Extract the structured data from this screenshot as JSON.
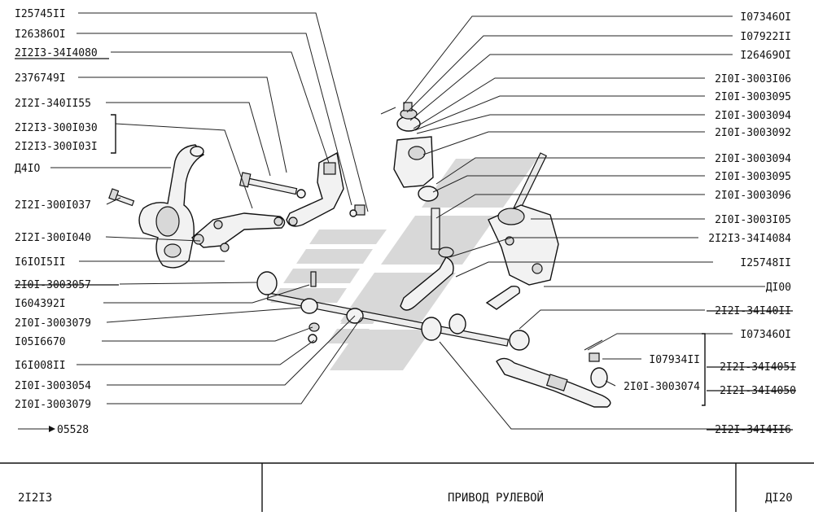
{
  "left_labels": [
    "I25745II",
    "I26386OI",
    "2I2I3-34I4080",
    "2376749I",
    "2I2I-340II55",
    "2I2I3-300I030",
    "2I2I3-300I03I",
    "Д4IO",
    "2I2I-300I037",
    "2I2I-300I040",
    "I6IOI5II",
    "2I0I-3003057",
    "I604392I",
    "2I0I-3003079",
    "I05I6670",
    "I6I008II",
    "2I0I-3003054",
    "2I0I-3003079"
  ],
  "right_labels": [
    "I07346OI",
    "I07922II",
    "I26469OI",
    "2I0I-3003I06",
    "2I0I-3003095",
    "2I0I-3003094",
    "2I0I-3003092",
    "2I0I-3003094",
    "2I0I-3003095",
    "2I0I-3003096",
    "2I0I-3003I05",
    "2I2I3-34I4084",
    "I25748II",
    "ДI00",
    "2I2I-34I40II",
    "I07346OI",
    "I07934II",
    "2I2I-34I405I",
    "2I0I-3003074",
    "2I2I-34I4050",
    "2I2I-34I4II6"
  ],
  "arrow_label": "05528",
  "footer": {
    "model": "2I2I3",
    "title": "ПРИВОД  РУЛЕВОЙ",
    "sheet": "ДI20"
  }
}
